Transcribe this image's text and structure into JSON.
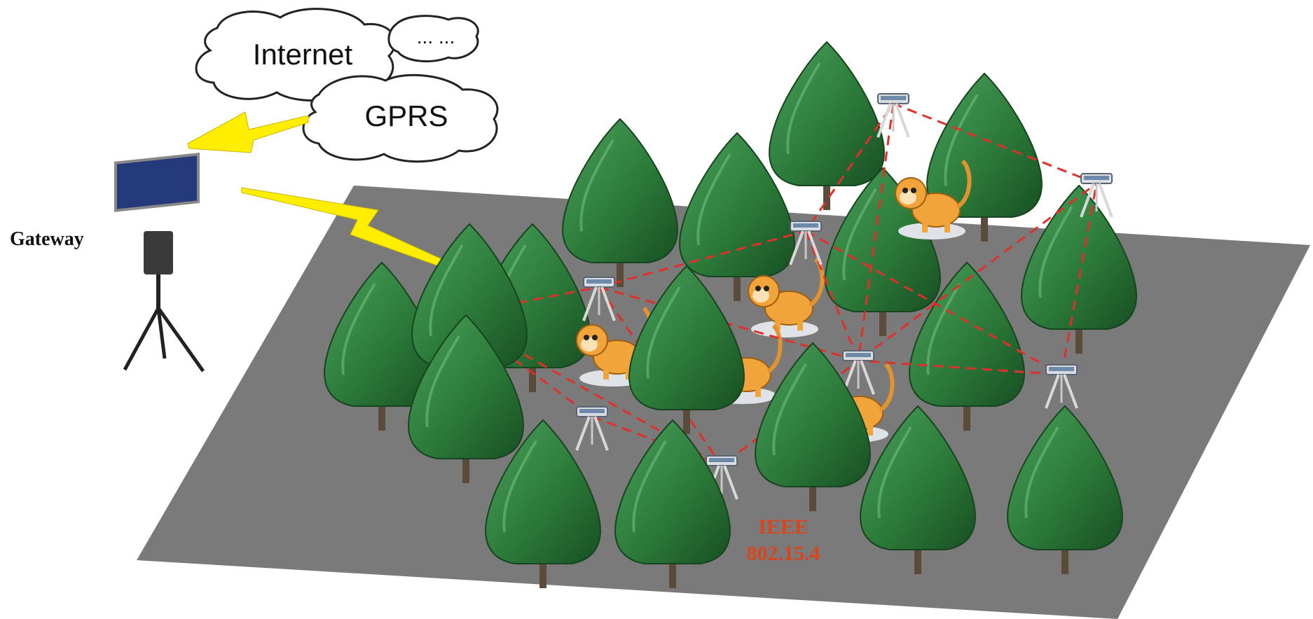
{
  "clouds": {
    "internet": "Internet",
    "more": "... ...",
    "gprs": "GPRS"
  },
  "gateway": {
    "label": "Gateway"
  },
  "network": {
    "protocol_line1": "IEEE",
    "protocol_line2": "802.15.4"
  },
  "colors": {
    "ground": "#7a7a7a",
    "link": "#e0302a",
    "wireless": "#ffee00",
    "protocol_text": "#d9461b",
    "tree_dark": "#1f5f2b",
    "tree_mid": "#2f8a3c",
    "monkey": "#f0a43a"
  }
}
